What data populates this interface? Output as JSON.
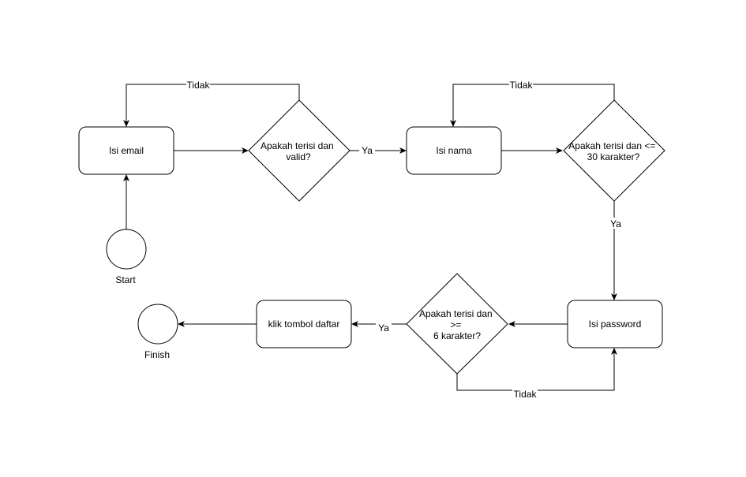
{
  "diagram": {
    "nodes": {
      "start": {
        "label": "Start",
        "shape": "circle"
      },
      "isi_email": {
        "label": "Isi email",
        "shape": "rounded-rect"
      },
      "cek_email": {
        "lines": [
          "Apakah terisi dan",
          "valid?"
        ],
        "shape": "diamond"
      },
      "isi_nama": {
        "label": "Isi nama",
        "shape": "rounded-rect"
      },
      "cek_nama": {
        "lines": [
          "Apakah terisi dan <=",
          "30 karakter?"
        ],
        "shape": "diamond"
      },
      "isi_password": {
        "label": "Isi password",
        "shape": "rounded-rect"
      },
      "cek_password": {
        "lines": [
          "Apakah terisi dan",
          ">=",
          "6 karakter?"
        ],
        "shape": "diamond"
      },
      "klik_daftar": {
        "label": "klik tombol daftar",
        "shape": "rounded-rect"
      },
      "finish": {
        "label": "Finish",
        "shape": "circle"
      }
    },
    "edges": {
      "start_to_email": {
        "from": "start",
        "to": "isi_email",
        "label": ""
      },
      "email_to_cek": {
        "from": "isi_email",
        "to": "cek_email",
        "label": ""
      },
      "cek_email_tidak": {
        "from": "cek_email",
        "to": "isi_email",
        "label": "Tidak"
      },
      "cek_email_ya": {
        "from": "cek_email",
        "to": "isi_nama",
        "label": "Ya"
      },
      "nama_to_cek": {
        "from": "isi_nama",
        "to": "cek_nama",
        "label": ""
      },
      "cek_nama_tidak": {
        "from": "cek_nama",
        "to": "isi_nama",
        "label": "Tidak"
      },
      "cek_nama_ya": {
        "from": "cek_nama",
        "to": "isi_password",
        "label": "Ya"
      },
      "password_to_cek": {
        "from": "isi_password",
        "to": "cek_password",
        "label": ""
      },
      "cek_password_tidak": {
        "from": "cek_password",
        "to": "isi_password",
        "label": "Tidak"
      },
      "cek_password_ya": {
        "from": "cek_password",
        "to": "klik_daftar",
        "label": "Ya"
      },
      "daftar_to_finish": {
        "from": "klik_daftar",
        "to": "finish",
        "label": ""
      }
    },
    "colors": {
      "stroke": "#000000",
      "fill": "#ffffff",
      "text": "#000000"
    }
  }
}
